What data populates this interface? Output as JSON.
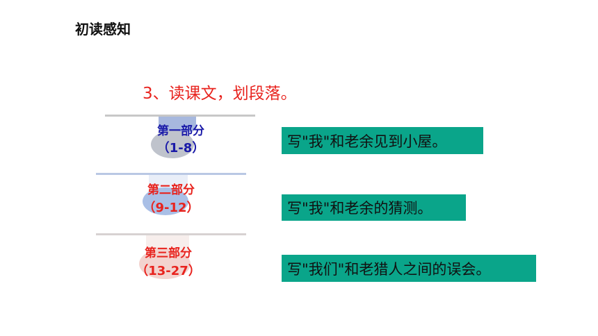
{
  "slide": {
    "title": "初读感知",
    "task": "3、读课文，划段落。"
  },
  "parts": [
    {
      "name": "第一部分",
      "range": "（1-8）",
      "summary": "写\"我\"和老余见到小屋。",
      "text_color": "#1a1aa8"
    },
    {
      "name": "第二部分",
      "range": "（9-12）",
      "summary": "写\"我\"和老余的猜测。",
      "text_color": "#e8231e"
    },
    {
      "name": "第三部分",
      "range": "（13-27）",
      "summary": "写\"我们\"和老猎人之间的误会。",
      "text_color": "#e8231e"
    }
  ],
  "colors": {
    "summary_bg": "#0aa58a",
    "task_text": "#e8231e",
    "shelf": "#b9c8e4",
    "cup_blue": "#a9bfe6",
    "cup_pink": "#f3d3cf"
  }
}
